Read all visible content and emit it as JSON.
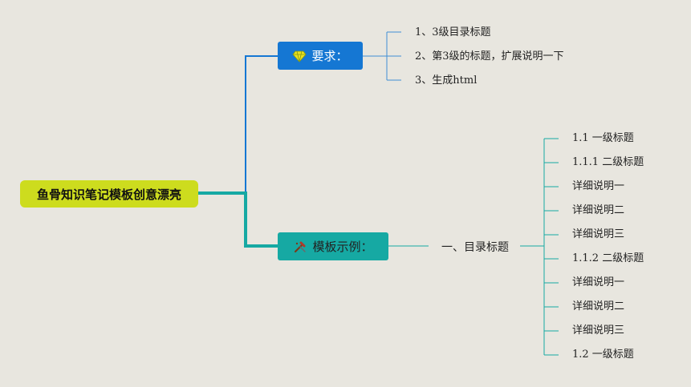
{
  "root": {
    "label": "鱼骨知识笔记模板创意漂亮"
  },
  "branches": [
    {
      "label": "要求：",
      "icon": "diamond-icon",
      "color": "#1577d3",
      "items": [
        "1、3级目录标题",
        "2、第3级的标题，扩展说明一下",
        "3、生成html"
      ]
    },
    {
      "label": "模板示例：",
      "icon": "tools-icon",
      "color": "#16a9a3",
      "child": {
        "label": "一、目录标题",
        "items": [
          "1.1 一级标题",
          "1.1.1 二级标题",
          "详细说明一",
          "详细说明二",
          "详细说明三",
          "1.1.2 二级标题",
          "详细说明一",
          "详细说明二",
          "详细说明三",
          "1.2 一级标题"
        ]
      }
    }
  ]
}
